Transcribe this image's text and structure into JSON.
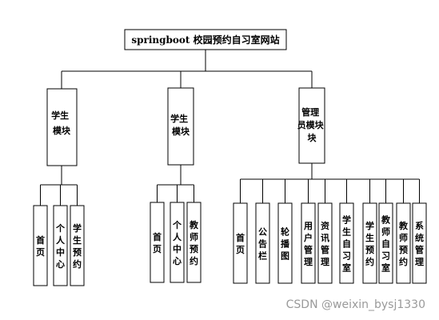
{
  "root": {
    "label": "springboot 校园预约自习室网站"
  },
  "modules": [
    {
      "label_lines": [
        "学生",
        "模块"
      ],
      "children": [
        "首页",
        "个人中心",
        "学生预约"
      ]
    },
    {
      "label_lines": [
        "学生",
        "模块"
      ],
      "children": [
        "首页",
        "个人中心",
        "教师预约"
      ]
    },
    {
      "label_lines": [
        "管理",
        "员模块",
        "块"
      ],
      "children": [
        "首页",
        "公告栏",
        "轮播图",
        "用户管理",
        "资讯管理",
        "学生自习室",
        "学生预约",
        "教师自习室",
        "教师预约",
        "系统管理"
      ]
    }
  ],
  "watermark": "CSDN @weixin_bysj1330"
}
